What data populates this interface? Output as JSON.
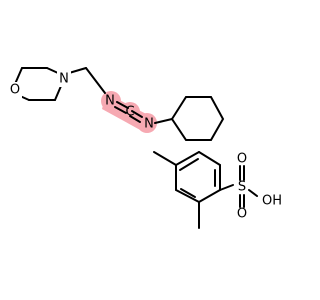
{
  "highlight_color": "#f6a9b2",
  "bond_color": "#000000",
  "molecules": [
    {
      "atoms": {
        "morpholine_oxygen": "O",
        "morpholine_nitrogen": "N",
        "carbodiimide_nitrogen_1": "N",
        "carbodiimide_carbon": "C",
        "carbodiimide_nitrogen_2": "N"
      }
    },
    {
      "atoms": {
        "sulfur": "S",
        "sulfonyl_oxygen_top": "O",
        "sulfonyl_oxygen_bottom": "O",
        "hydroxyl": "OH"
      }
    }
  ]
}
